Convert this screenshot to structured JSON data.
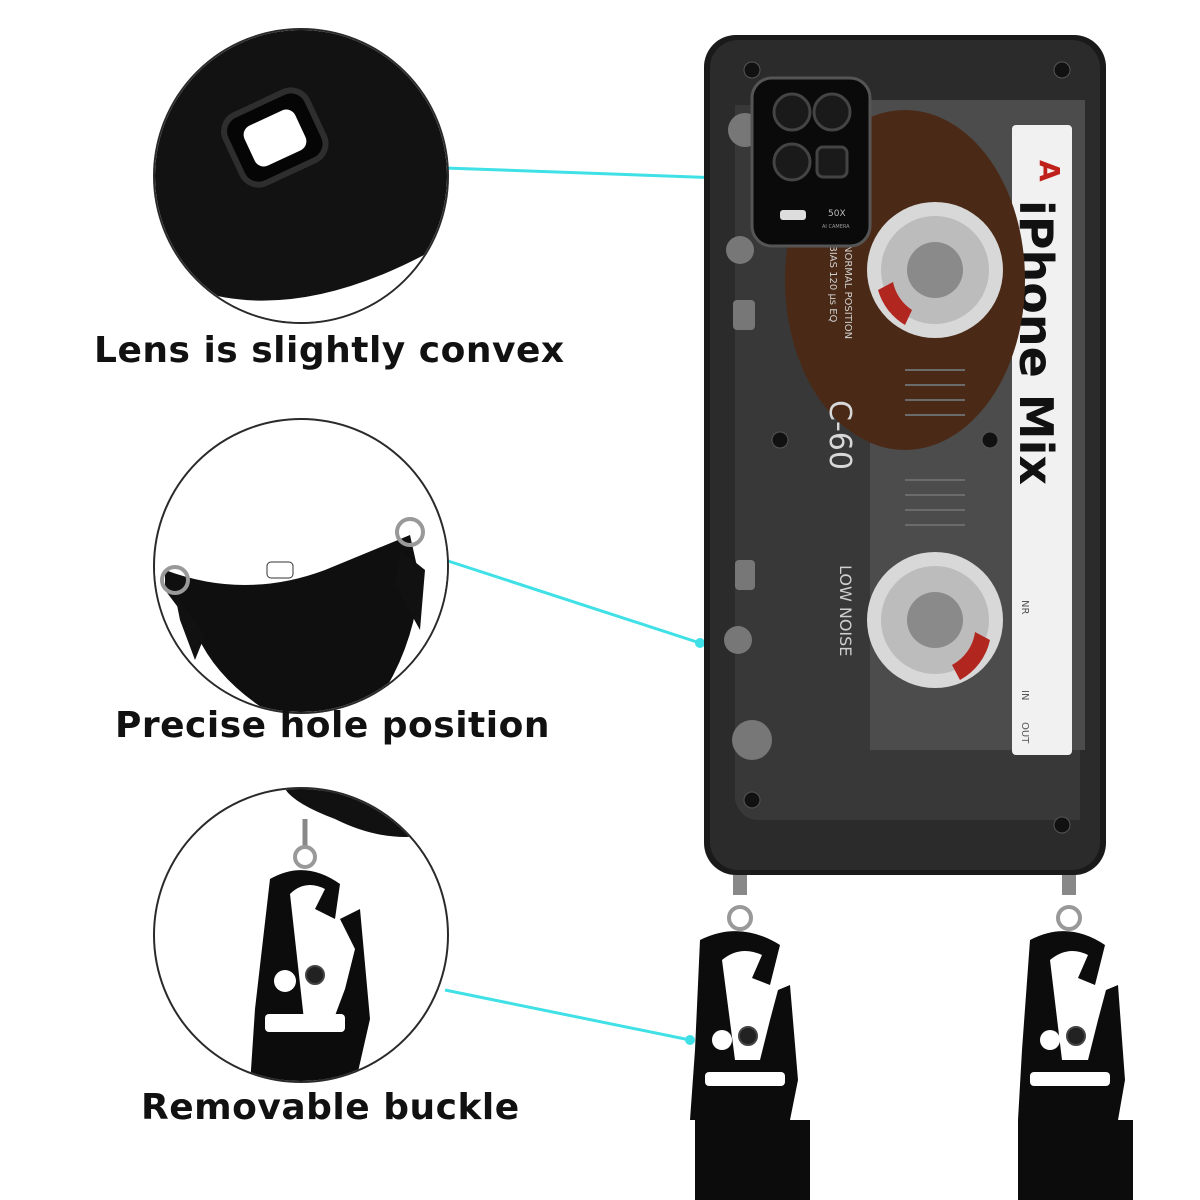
{
  "features": [
    {
      "caption": "Lens is slightly convex"
    },
    {
      "caption": "Precise hole position"
    },
    {
      "caption": "Removable buckle"
    }
  ],
  "cassette": {
    "side": "A",
    "title": "iPhone Mix",
    "model": "C-60",
    "noise": "LOW NOISE",
    "position": "NORMAL POSITION",
    "bias": "BIAS 120 µs EQ",
    "camera_zoom": "50X",
    "camera_label": "AI CAMERA",
    "nr": "NR",
    "in_label": "IN",
    "out_label": "OUT"
  },
  "colors": {
    "connector": "#3fe0e6",
    "case": "#1a1a1a",
    "accent_red": "#c0201a",
    "tape_brown": "#6b3d1e"
  }
}
